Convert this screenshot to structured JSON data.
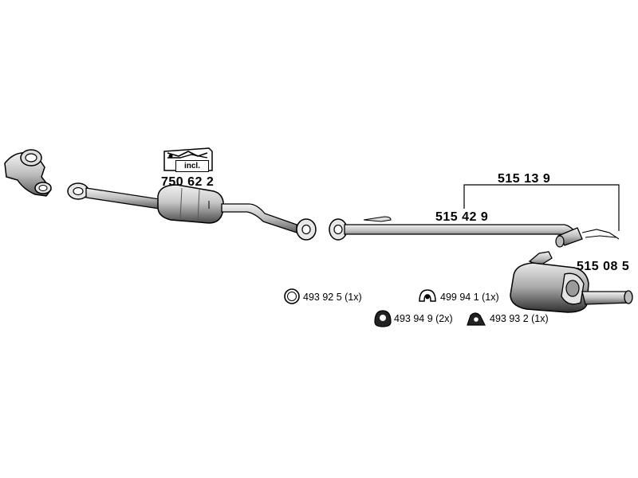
{
  "parts": {
    "catalytic_converter": "750 62 2",
    "catalytic_incl": "incl.",
    "middle_pipe": "515 42 9",
    "assembly": "515 13 9",
    "rear_silencer": "515 08 5"
  },
  "accessories": [
    {
      "text": "493 92 5 (1x)",
      "icon": "ring-clamp-icon"
    },
    {
      "text": "499 94 1 (1x)",
      "icon": "rubber-hanger-icon"
    },
    {
      "text": "493 94 9 (2x)",
      "icon": "rubber-mount-icon"
    },
    {
      "text": "493 93 2 (1x)",
      "icon": "rubber-bracket-icon"
    }
  ]
}
